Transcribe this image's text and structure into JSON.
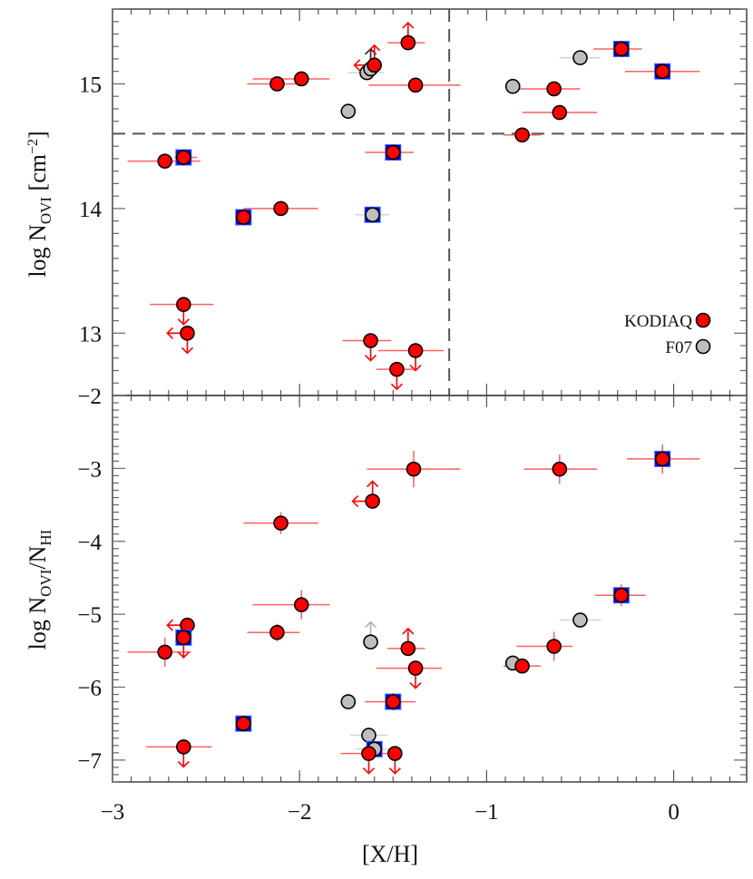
{
  "chart_data": [
    {
      "type": "scatter",
      "panel": "top",
      "xlim": [
        -3,
        0.39
      ],
      "ylim": [
        12.5,
        15.6
      ],
      "ylabel": {
        "main": "log N",
        "sub": "OVI",
        "mid": " [cm",
        "sup": "−2",
        "end": "]"
      },
      "yticks": [
        13,
        14,
        15
      ],
      "ytick_labels": [
        "13",
        "14",
        "15"
      ],
      "reference_lines": [
        {
          "axis": "y",
          "value": 14.6,
          "style": "dashed"
        },
        {
          "axis": "x",
          "value": -1.2,
          "style": "dashed"
        }
      ],
      "legend": {
        "placement": "bottom-right",
        "entries": [
          {
            "label": "KODIAQ",
            "color": "#ff0000"
          },
          {
            "label": "F07",
            "color": "#bebebe"
          }
        ]
      },
      "series": [
        {
          "name": "KODIAQ",
          "color": "#ff0000",
          "points": [
            {
              "x": -2.72,
              "y": 14.38,
              "xerr": [
                -2.92,
                -2.53
              ]
            },
            {
              "x": -2.62,
              "y": 14.41,
              "xerr": [
                -2.67,
                -2.55
              ],
              "boxed": true
            },
            {
              "x": -2.3,
              "y": 13.93,
              "boxed": true
            },
            {
              "x": -2.1,
              "y": 14.0,
              "xerr": [
                -2.3,
                -1.9
              ],
              "yerr": 0.06
            },
            {
              "x": -2.12,
              "y": 15.0,
              "xerr": [
                -2.28,
                -1.97
              ]
            },
            {
              "x": -1.99,
              "y": 15.04,
              "xerr": [
                -2.25,
                -1.84
              ]
            },
            {
              "x": -1.6,
              "y": 15.15,
              "limits": [
                "up",
                "left"
              ]
            },
            {
              "x": -1.42,
              "y": 15.33,
              "xerr": [
                -1.53,
                -1.33
              ],
              "limits": [
                "up"
              ]
            },
            {
              "x": -1.38,
              "y": 14.99,
              "xerr": [
                -1.63,
                -1.14
              ]
            },
            {
              "x": -1.5,
              "y": 14.45,
              "xerr": [
                -1.65,
                -1.39
              ],
              "boxed": true
            },
            {
              "x": -2.62,
              "y": 13.23,
              "xerr": [
                -2.8,
                -2.46
              ],
              "limits": [
                "down"
              ]
            },
            {
              "x": -2.6,
              "y": 13.0,
              "limits": [
                "left",
                "down"
              ]
            },
            {
              "x": -1.62,
              "y": 12.94,
              "xerr": [
                -1.77,
                -1.51
              ],
              "limits": [
                "down"
              ]
            },
            {
              "x": -1.38,
              "y": 12.86,
              "xerr": [
                -1.58,
                -1.23
              ],
              "limits": [
                "down"
              ]
            },
            {
              "x": -1.48,
              "y": 12.71,
              "xerr": [
                -1.59,
                -1.39
              ],
              "limits": [
                "down"
              ]
            },
            {
              "x": -0.64,
              "y": 14.96,
              "xerr": [
                -0.83,
                -0.5
              ]
            },
            {
              "x": -0.61,
              "y": 14.77,
              "xerr": [
                -0.81,
                -0.41
              ]
            },
            {
              "x": -0.81,
              "y": 14.59,
              "xerr": [
                -0.91,
                -0.71
              ]
            },
            {
              "x": -0.28,
              "y": 15.28,
              "xerr": [
                -0.43,
                -0.17
              ],
              "boxed": true
            },
            {
              "x": -0.06,
              "y": 15.1,
              "xerr": [
                -0.26,
                0.14
              ],
              "boxed": true
            }
          ]
        },
        {
          "name": "F07",
          "color": "#bebebe",
          "points": [
            {
              "x": -1.74,
              "y": 14.78,
              "xerr": [
                -1.78,
                -1.7
              ]
            },
            {
              "x": -1.64,
              "y": 15.09,
              "xerr": [
                -1.74,
                -1.55
              ]
            },
            {
              "x": -1.62,
              "y": 15.12,
              "limits": [
                "up"
              ]
            },
            {
              "x": -1.61,
              "y": 13.95,
              "xerr": [
                -1.7,
                -1.52
              ],
              "yerr": 0.05,
              "boxed": true
            },
            {
              "x": -0.86,
              "y": 14.98,
              "xerr": [
                -0.9,
                -0.82
              ]
            },
            {
              "x": -0.5,
              "y": 15.21,
              "xerr": [
                -0.61,
                -0.39
              ]
            }
          ]
        }
      ]
    },
    {
      "type": "scatter",
      "panel": "bottom",
      "xlim": [
        -3,
        0.39
      ],
      "ylim": [
        -7.3,
        -2.0
      ],
      "xlabel": "[X/H]",
      "xticks": [
        -3,
        -2,
        -1,
        0
      ],
      "xtick_labels": [
        "−3",
        "−2",
        "−1",
        "0"
      ],
      "ylabel": {
        "main": "log N",
        "sub": "OVI",
        "mid": "/N",
        "sub2": "HI"
      },
      "yticks": [
        -2,
        -3,
        -4,
        -5,
        -6,
        -7
      ],
      "ytick_labels": [
        "−2",
        "−3",
        "−4",
        "−5",
        "−6",
        "−7"
      ],
      "series": [
        {
          "name": "KODIAQ",
          "color": "#ff0000",
          "points": [
            {
              "x": -2.72,
              "y": -5.52,
              "xerr": [
                -2.92,
                -2.58
              ],
              "yerr": 0.2
            },
            {
              "x": -2.6,
              "y": -5.15,
              "limits": [
                "left"
              ]
            },
            {
              "x": -2.62,
              "y": -5.32,
              "boxed": true,
              "limits": [
                "down"
              ]
            },
            {
              "x": -1.99,
              "y": -4.87,
              "xerr": [
                -2.25,
                -1.84
              ],
              "yerr": 0.2
            },
            {
              "x": -2.12,
              "y": -5.25,
              "xerr": [
                -2.28,
                -2.0
              ],
              "yerr": 0.12
            },
            {
              "x": -2.3,
              "y": -6.5,
              "boxed": true
            },
            {
              "x": -2.62,
              "y": -6.82,
              "xerr": [
                -2.82,
                -2.47
              ],
              "limits": [
                "down"
              ]
            },
            {
              "x": -1.42,
              "y": -5.47,
              "xerr": [
                -1.53,
                -1.33
              ],
              "limits": [
                "up"
              ]
            },
            {
              "x": -1.38,
              "y": -5.74,
              "xerr": [
                -1.59,
                -1.24
              ],
              "limits": [
                "down"
              ]
            },
            {
              "x": -0.81,
              "y": -5.71,
              "xerr": [
                -0.91,
                -0.71
              ]
            },
            {
              "x": -1.5,
              "y": -6.2,
              "xerr": [
                -1.65,
                -1.38
              ],
              "yerr": 0.12,
              "boxed": true
            },
            {
              "x": -1.63,
              "y": -6.91,
              "xerr": [
                -1.78,
                -1.48
              ],
              "limits": [
                "down"
              ]
            },
            {
              "x": -1.49,
              "y": -6.91,
              "limits": [
                "down"
              ]
            },
            {
              "x": -1.39,
              "y": -3.01,
              "xerr": [
                -1.64,
                -1.14
              ],
              "yerr": 0.25
            },
            {
              "x": -1.61,
              "y": -3.45,
              "limits": [
                "up",
                "left"
              ]
            },
            {
              "x": -2.1,
              "y": -3.75,
              "xerr": [
                -2.3,
                -1.9
              ],
              "yerr": 0.15
            },
            {
              "x": -0.61,
              "y": -3.01,
              "xerr": [
                -0.8,
                -0.41
              ],
              "yerr": 0.2
            },
            {
              "x": -0.06,
              "y": -2.87,
              "xerr": [
                -0.25,
                0.14
              ],
              "yerr": 0.2,
              "boxed": true
            },
            {
              "x": -0.28,
              "y": -4.74,
              "xerr": [
                -0.42,
                -0.15
              ],
              "yerr": 0.15,
              "boxed": true
            },
            {
              "x": -0.64,
              "y": -5.44,
              "xerr": [
                -0.84,
                -0.54
              ],
              "yerr": 0.2
            }
          ]
        },
        {
          "name": "F07",
          "color": "#bebebe",
          "points": [
            {
              "x": -1.62,
              "y": -5.38,
              "limits": [
                "up"
              ]
            },
            {
              "x": -0.86,
              "y": -5.67,
              "xerr": [
                -0.9,
                -0.82
              ]
            },
            {
              "x": -1.74,
              "y": -6.2,
              "xerr": [
                -1.78,
                -1.7
              ]
            },
            {
              "x": -1.63,
              "y": -6.66,
              "xerr": [
                -1.73,
                -1.53
              ]
            },
            {
              "x": -1.6,
              "y": -6.85,
              "xerr": [
                -1.7,
                -1.5
              ],
              "boxed": true
            },
            {
              "x": -0.5,
              "y": -5.08,
              "xerr": [
                -0.61,
                -0.39
              ]
            }
          ]
        }
      ]
    }
  ]
}
